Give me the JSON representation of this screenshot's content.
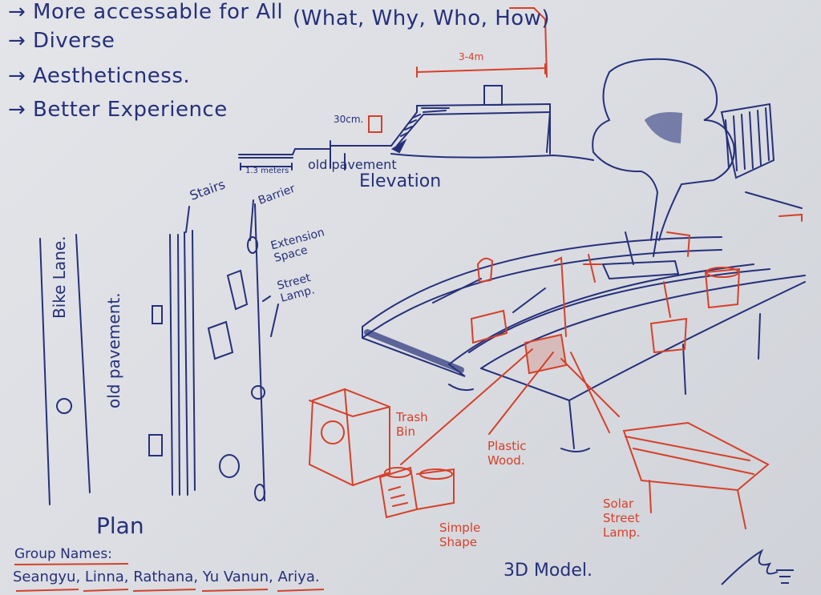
{
  "goals": [
    "→ More accessable for All",
    "→ Diverse",
    "→ Aestheticness.",
    "→ Better Experience"
  ],
  "questions": "(What, Why, Who, How)",
  "elevation": {
    "title": "Elevation",
    "dim_width": "3-4m",
    "dim_height": "30cm.",
    "dim_pavement": "1.3 meters",
    "pavement_label": "old pavement"
  },
  "plan": {
    "title": "Plan",
    "bike_lane": "Bike Lane.",
    "old_pavement": "old pavement.",
    "stairs": "Stairs",
    "barrier": "Barrier",
    "extension_space": "Extension Space",
    "street_lamp": "Street Lamp."
  },
  "model": {
    "title": "3D Model.",
    "trash_bin": "Trash Bin",
    "plastic_wood": "Plastic Wood.",
    "simple_shape": "Simple Shape",
    "solar_lamp": "Solar Street Lamp."
  },
  "group": {
    "label": "Group Names:",
    "names": [
      "Seangyu",
      "Linna",
      "Rathana",
      "Yu Vanun",
      "Ariya"
    ]
  },
  "colors": {
    "ink_blue": "#26307a",
    "ink_red": "#d6402a",
    "paper": "#dcdee3"
  }
}
